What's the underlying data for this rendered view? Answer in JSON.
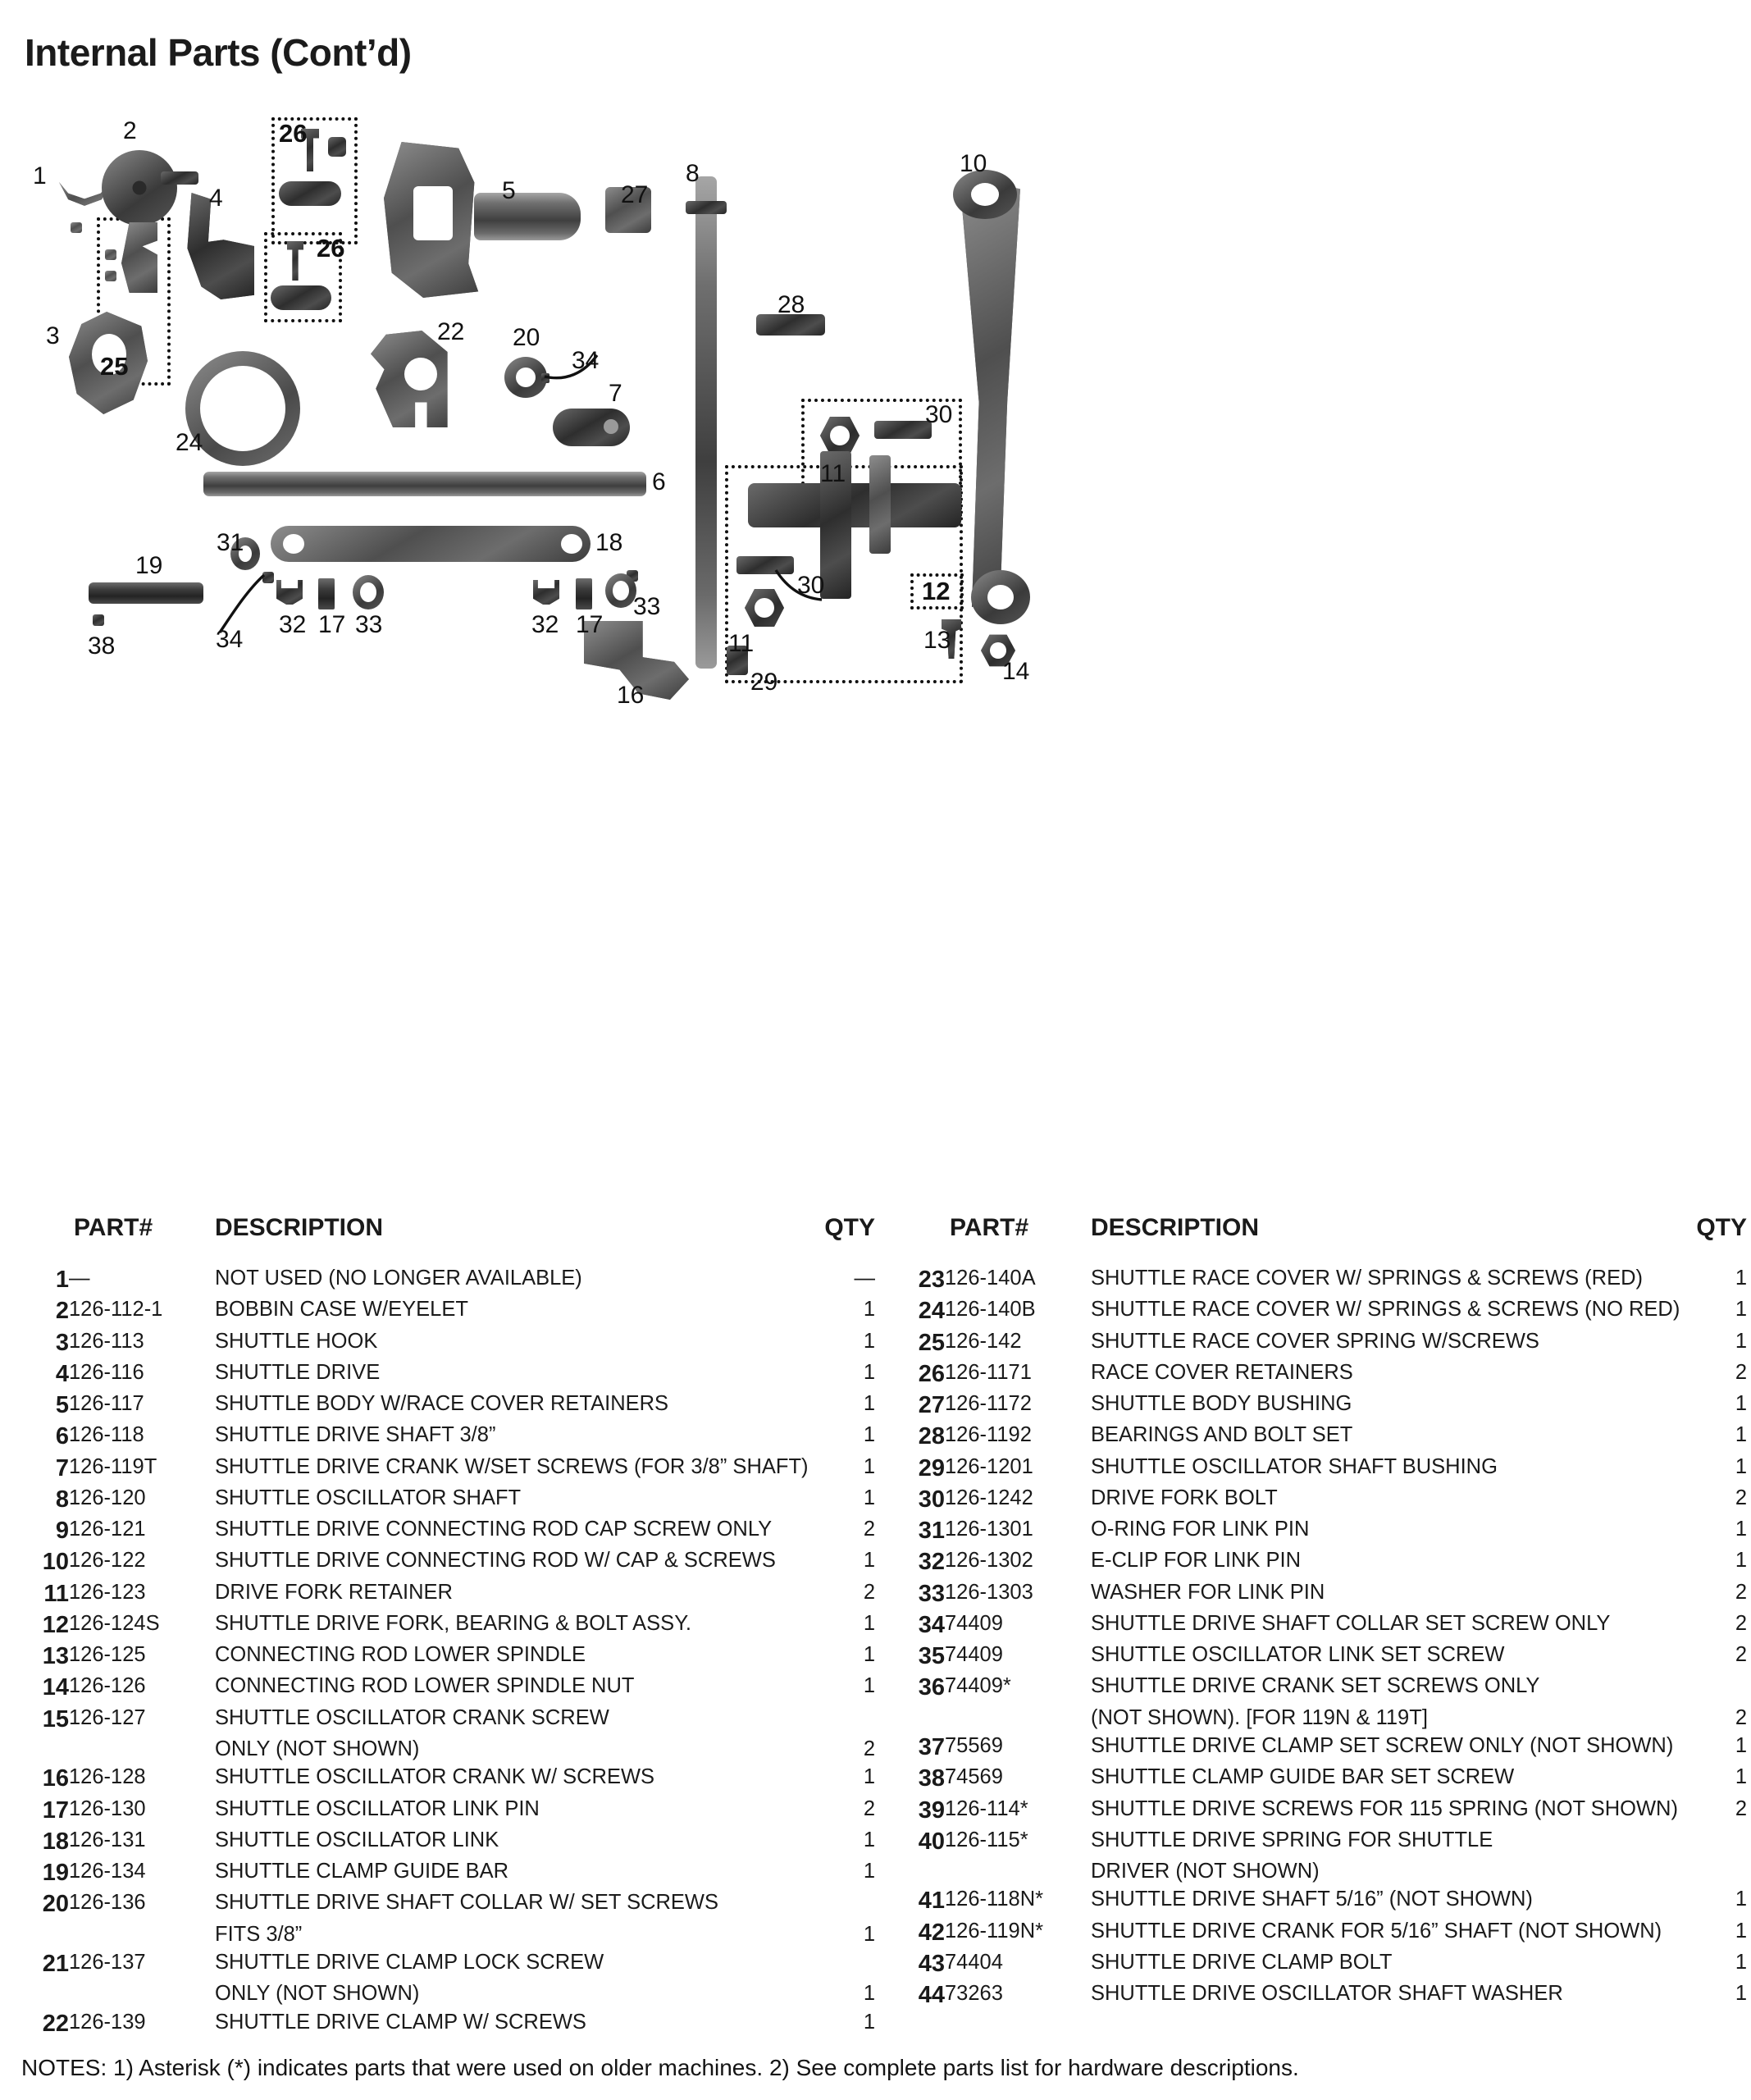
{
  "page": {
    "title": "Internal Parts (Cont’d)",
    "notes": "NOTES:  1) Asterisk (*) indicates parts that were used on older machines.   2) See complete parts list for hardware descriptions."
  },
  "table": {
    "headers": {
      "number": "",
      "part_no": "PART#",
      "description": "DESCRIPTION",
      "qty": "QTY"
    },
    "left_rows": [
      {
        "no": "1",
        "part": "—",
        "desc": "NOT USED (NO LONGER AVAILABLE)",
        "qty": "—"
      },
      {
        "no": "2",
        "part": "126-112-1",
        "desc": "BOBBIN CASE W/EYELET",
        "qty": "1"
      },
      {
        "no": "3",
        "part": "126-113",
        "desc": "SHUTTLE HOOK",
        "qty": "1"
      },
      {
        "no": "4",
        "part": "126-116",
        "desc": "SHUTTLE DRIVE",
        "qty": "1"
      },
      {
        "no": "5",
        "part": "126-117",
        "desc": "SHUTTLE BODY W/RACE COVER RETAINERS",
        "qty": "1"
      },
      {
        "no": "6",
        "part": "126-118",
        "desc": "SHUTTLE DRIVE SHAFT 3/8”",
        "qty": "1"
      },
      {
        "no": "7",
        "part": "126-119T",
        "desc": "SHUTTLE DRIVE CRANK W/SET SCREWS (FOR 3/8” SHAFT)",
        "qty": "1"
      },
      {
        "no": "8",
        "part": "126-120",
        "desc": "SHUTTLE OSCILLATOR SHAFT",
        "qty": "1"
      },
      {
        "no": "9",
        "part": "126-121",
        "desc": "SHUTTLE DRIVE CONNECTING ROD CAP SCREW ONLY",
        "qty": "2"
      },
      {
        "no": "10",
        "part": "126-122",
        "desc": "SHUTTLE DRIVE CONNECTING ROD W/ CAP & SCREWS",
        "qty": "1"
      },
      {
        "no": "11",
        "part": "126-123",
        "desc": "DRIVE FORK RETAINER",
        "qty": "2"
      },
      {
        "no": "12",
        "part": "126-124S",
        "desc": "SHUTTLE DRIVE FORK, BEARING & BOLT ASSY.",
        "qty": "1"
      },
      {
        "no": "13",
        "part": "126-125",
        "desc": "CONNECTING ROD LOWER SPINDLE",
        "qty": "1"
      },
      {
        "no": "14",
        "part": "126-126",
        "desc": "CONNECTING ROD LOWER SPINDLE NUT",
        "qty": "1"
      },
      {
        "no": "15",
        "part": "126-127",
        "desc": "SHUTTLE OSCILLATOR CRANK SCREW",
        "desc2": "ONLY (NOT SHOWN)",
        "qty": "",
        "qty2": "2"
      },
      {
        "no": "16",
        "part": "126-128",
        "desc": "SHUTTLE OSCILLATOR CRANK W/ SCREWS",
        "qty": "1"
      },
      {
        "no": "17",
        "part": "126-130",
        "desc": "SHUTTLE OSCILLATOR LINK PIN",
        "qty": "2"
      },
      {
        "no": "18",
        "part": "126-131",
        "desc": "SHUTTLE OSCILLATOR LINK",
        "qty": "1"
      },
      {
        "no": "19",
        "part": "126-134",
        "desc": "SHUTTLE CLAMP GUIDE BAR",
        "qty": "1"
      },
      {
        "no": "20",
        "part": "126-136",
        "desc": "SHUTTLE DRIVE SHAFT COLLAR W/ SET SCREWS",
        "desc2": "FITS 3/8”",
        "qty": "",
        "qty2": "1"
      },
      {
        "no": "21",
        "part": "126-137",
        "desc": "SHUTTLE DRIVE CLAMP LOCK SCREW",
        "desc2": "ONLY (NOT SHOWN)",
        "qty": "",
        "qty2": "1"
      },
      {
        "no": "22",
        "part": "126-139",
        "desc": "SHUTTLE DRIVE CLAMP W/ SCREWS",
        "qty": "1"
      }
    ],
    "right_rows": [
      {
        "no": "23",
        "part": "126-140A",
        "desc": "SHUTTLE RACE COVER W/ SPRINGS & SCREWS (RED)",
        "qty": "1"
      },
      {
        "no": "24",
        "part": "126-140B",
        "desc": "SHUTTLE RACE COVER W/ SPRINGS & SCREWS (NO RED)",
        "qty": "1"
      },
      {
        "no": "25",
        "part": "126-142",
        "desc": "SHUTTLE RACE COVER SPRING W/SCREWS",
        "qty": "1"
      },
      {
        "no": "26",
        "part": "126-1171",
        "desc": "RACE COVER RETAINERS",
        "qty": "2"
      },
      {
        "no": "27",
        "part": "126-1172",
        "desc": "SHUTTLE BODY BUSHING",
        "qty": "1"
      },
      {
        "no": "28",
        "part": "126-1192",
        "desc": "BEARINGS AND BOLT SET",
        "qty": "1"
      },
      {
        "no": "29",
        "part": "126-1201",
        "desc": "SHUTTLE OSCILLATOR SHAFT BUSHING",
        "qty": "1"
      },
      {
        "no": "30",
        "part": "126-1242",
        "desc": "DRIVE FORK BOLT",
        "qty": "2"
      },
      {
        "no": "31",
        "part": "126-1301",
        "desc": "O-RING FOR LINK PIN",
        "qty": "1"
      },
      {
        "no": "32",
        "part": "126-1302",
        "desc": "E-CLIP FOR LINK PIN",
        "qty": "1"
      },
      {
        "no": "33",
        "part": "126-1303",
        "desc": "WASHER FOR LINK PIN",
        "qty": "2"
      },
      {
        "no": "34",
        "part": "74409",
        "desc": "SHUTTLE DRIVE SHAFT COLLAR SET SCREW ONLY",
        "qty": "2"
      },
      {
        "no": "35",
        "part": "74409",
        "desc": "SHUTTLE OSCILLATOR LINK SET SCREW",
        "qty": "2"
      },
      {
        "no": "36",
        "part": "74409*",
        "desc": "SHUTTLE DRIVE CRANK SET SCREWS ONLY",
        "desc2": "(NOT SHOWN). [FOR 119N & 119T]",
        "qty": "",
        "qty2": "2"
      },
      {
        "no": "37",
        "part": "75569",
        "desc": "SHUTTLE DRIVE CLAMP SET SCREW ONLY (NOT SHOWN)",
        "qty": "1"
      },
      {
        "no": "38",
        "part": "74569",
        "desc": "SHUTTLE CLAMP GUIDE BAR SET SCREW",
        "qty": "1"
      },
      {
        "no": "39",
        "part": "126-114*",
        "desc": "SHUTTLE DRIVE SCREWS FOR 115 SPRING (NOT SHOWN)",
        "qty": "2"
      },
      {
        "no": "40",
        "part": "126-115*",
        "desc": "SHUTTLE DRIVE SPRING FOR SHUTTLE",
        "desc2": "DRIVER (NOT SHOWN)",
        "qty": "",
        "qty2": ""
      },
      {
        "no": "41",
        "part": "126-118N*",
        "desc": "SHUTTLE DRIVE SHAFT 5/16” (NOT SHOWN)",
        "qty": "1"
      },
      {
        "no": "42",
        "part": "126-119N*",
        "desc": "SHUTTLE DRIVE CRANK FOR 5/16” SHAFT (NOT SHOWN)",
        "qty": "1"
      },
      {
        "no": "43",
        "part": "74404",
        "desc": "SHUTTLE DRIVE CLAMP BOLT",
        "qty": "1"
      },
      {
        "no": "44",
        "part": "73263",
        "desc": "SHUTTLE DRIVE OSCILLATOR SHAFT WASHER",
        "qty": "1"
      }
    ]
  },
  "diagram": {
    "callouts": [
      {
        "id": "1",
        "label": "1"
      },
      {
        "id": "2",
        "label": "2"
      },
      {
        "id": "3",
        "label": "3"
      },
      {
        "id": "4",
        "label": "4"
      },
      {
        "id": "5",
        "label": "5"
      },
      {
        "id": "6",
        "label": "6"
      },
      {
        "id": "7",
        "label": "7"
      },
      {
        "id": "8",
        "label": "8"
      },
      {
        "id": "10",
        "label": "10"
      },
      {
        "id": "11a",
        "label": "11"
      },
      {
        "id": "11b",
        "label": "11"
      },
      {
        "id": "12",
        "label": "12"
      },
      {
        "id": "13",
        "label": "13"
      },
      {
        "id": "14",
        "label": "14"
      },
      {
        "id": "16",
        "label": "16"
      },
      {
        "id": "17a",
        "label": "17"
      },
      {
        "id": "17b",
        "label": "17"
      },
      {
        "id": "18",
        "label": "18"
      },
      {
        "id": "19",
        "label": "19"
      },
      {
        "id": "20",
        "label": "20"
      },
      {
        "id": "22",
        "label": "22"
      },
      {
        "id": "24",
        "label": "24"
      },
      {
        "id": "25",
        "label": "25"
      },
      {
        "id": "26a",
        "label": "26"
      },
      {
        "id": "26b",
        "label": "26"
      },
      {
        "id": "27",
        "label": "27"
      },
      {
        "id": "28",
        "label": "28"
      },
      {
        "id": "29",
        "label": "29"
      },
      {
        "id": "30a",
        "label": "30"
      },
      {
        "id": "30b",
        "label": "30"
      },
      {
        "id": "31",
        "label": "31"
      },
      {
        "id": "32a",
        "label": "32"
      },
      {
        "id": "32b",
        "label": "32"
      },
      {
        "id": "33a",
        "label": "33"
      },
      {
        "id": "33b",
        "label": "33"
      },
      {
        "id": "34a",
        "label": "34"
      },
      {
        "id": "34b",
        "label": "34"
      },
      {
        "id": "38",
        "label": "38"
      }
    ]
  }
}
